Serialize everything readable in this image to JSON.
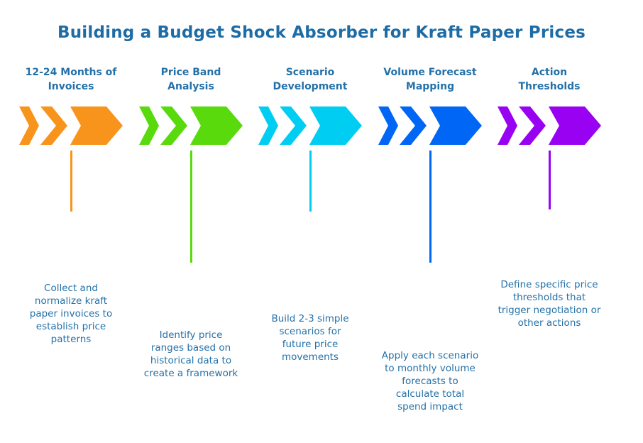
{
  "page": {
    "background": "#ffffff",
    "text_color": "#2471A9"
  },
  "title": {
    "text": "Building a Budget Shock Absorber for Kraft Paper Prices",
    "color": "#1D6CA6"
  },
  "steps": [
    {
      "title": "12-24 Months of\nInvoices",
      "description": "Collect and\nnormalize kraft\npaper invoices to\nestablish price\npatterns",
      "color": "#F8941C"
    },
    {
      "title": "Price Band\nAnalysis",
      "description": "Identify price\nranges based on\nhistorical data to\ncreate a framework",
      "color": "#58DA0C"
    },
    {
      "title": "Scenario\nDevelopment",
      "description": "Build 2-3 simple\nscenarios for\nfuture price\nmovements",
      "color": "#00CDF2"
    },
    {
      "title": "Volume Forecast\nMapping",
      "description": "Apply each scenario\nto monthly volume\nforecasts to\ncalculate total\nspend impact",
      "color": "#0066F5"
    },
    {
      "title": "Action\nThresholds",
      "description": "Define specific price\nthresholds that\ntrigger negotiation or\nother actions",
      "color": "#9901F2"
    }
  ]
}
